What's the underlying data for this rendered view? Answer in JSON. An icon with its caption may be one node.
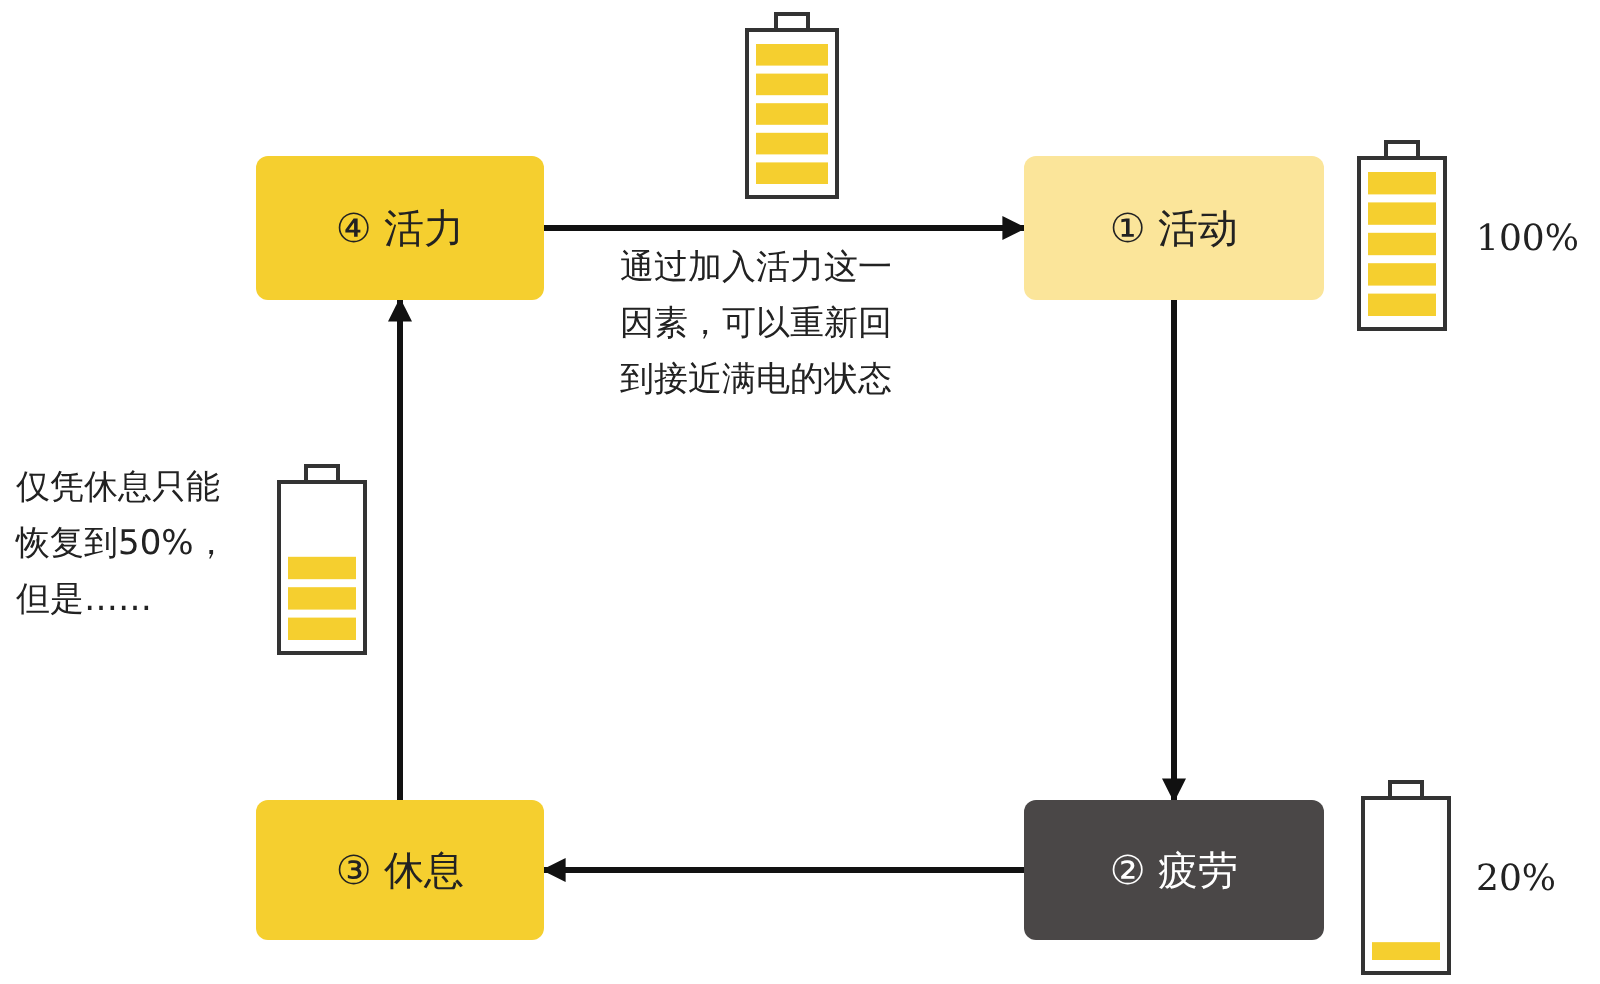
{
  "diagram": {
    "nodes": [
      {
        "text": [
          "④ 活力"
        ]
      },
      {
        "text": [
          "① 活动"
        ]
      },
      {
        "text": [
          "② 疲劳"
        ]
      },
      {
        "text": [
          "③ 休息"
        ]
      }
    ],
    "edges": [
      {
        "from": 0,
        "to": 1,
        "arrow": "to",
        "label": "通过加入活力这一因素，可以重新回到接近满电的状态"
      },
      {
        "from": 1,
        "to": 2,
        "arrow": "to"
      },
      {
        "from": 2,
        "to": 3,
        "arrow": "to"
      },
      {
        "from": 3,
        "to": 0,
        "arrow": "to"
      }
    ],
    "labels": [
      "100%",
      "仅凭休息只能恢复到50%，但是……",
      "20%"
    ]
  }
}
